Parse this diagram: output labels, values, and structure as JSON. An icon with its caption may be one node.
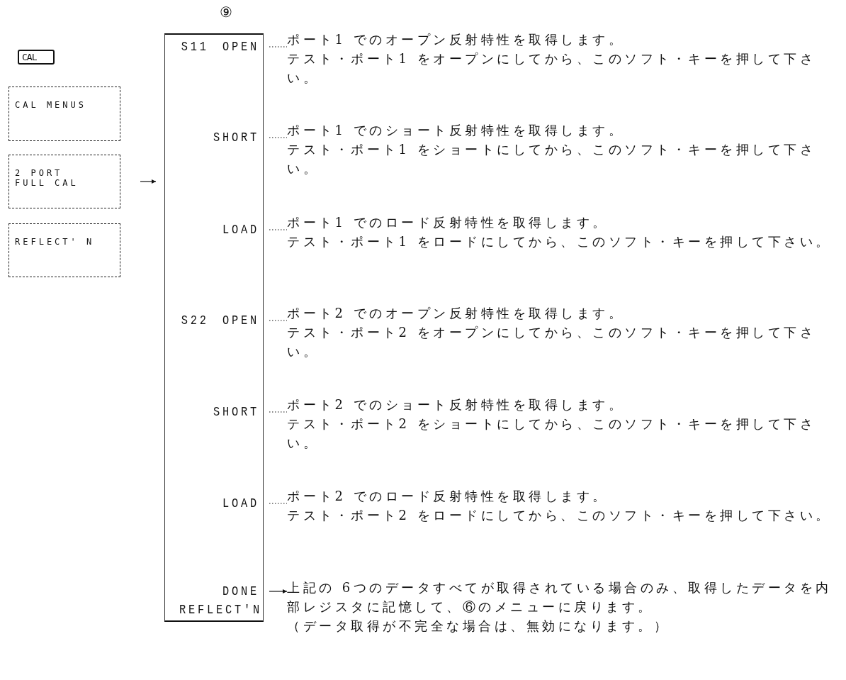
{
  "diagram": {
    "nodes": [
      {
        "text": [
          "CAL"
        ]
      },
      {
        "text": [
          "CAL MENUS"
        ]
      },
      {
        "text": [
          "2 PORT FULL CAL"
        ]
      },
      {
        "text": [
          "REFLECT' N"
        ]
      },
      {
        "text": [],
        "shape": "box",
        "beside": [
          "⑨"
        ]
      },
      {
        "text": [
          "S11　OPEN"
        ],
        "in": 4
      },
      {
        "text": [
          "SHORT"
        ],
        "in": 4
      },
      {
        "text": [
          "LOAD"
        ],
        "in": 4
      },
      {
        "text": [
          "S22　OPEN"
        ],
        "in": 4
      },
      {
        "text": [
          "SHORT"
        ],
        "in": 4
      },
      {
        "text": [
          "LOAD"
        ],
        "in": 4
      },
      {
        "text": [
          "DONE REFLECT'N"
        ],
        "in": 4
      },
      {
        "text": [
          "ポート1 でのオープン反射特性を取得します。",
          "テスト・ポート1 をオープンにしてから、このソフト・キーを押して下さい。"
        ]
      },
      {
        "text": [
          "ポート1 でのショート反射特性を取得します。",
          "テスト・ポート1 をショートにしてから、このソフト・キーを押して下さい。"
        ]
      },
      {
        "text": [
          "ポート1 でのロード反射特性を取得します。",
          "テスト・ポート1 をロードにしてから、このソフト・キーを押して下さい。"
        ]
      },
      {
        "text": [
          "ポート2 でのオープン反射特性を取得します。",
          "テスト・ポート2 をオープンにしてから、このソフト・キーを押して下さい。"
        ]
      },
      {
        "text": [
          "ポート2 でのショート反射特性を取得します。",
          "テスト・ポート2 をショートにしてから、このソフト・キーを押して下さい。"
        ]
      },
      {
        "text": [
          "ポート2 でのロード反射特性を取得します。",
          "テスト・ポート2 をロードにしてから、このソフト・キーを押して下さい。"
        ]
      },
      {
        "text": [
          "上記の 6つのデータすべてが取得されている場合のみ、取得したデータを内部レジスタに記憶して、⑥のメニューに戻ります。",
          "（データ取得が不完全な場合は、無効になります。）"
        ]
      }
    ],
    "edges": [
      {
        "from": 2,
        "to": 4,
        "arrow": "to"
      },
      {
        "from": 5,
        "to": 12,
        "arrow": "none",
        "style": "dashed"
      },
      {
        "from": 6,
        "to": 13,
        "arrow": "none",
        "style": "dashed"
      },
      {
        "from": 7,
        "to": 14,
        "arrow": "none",
        "style": "dashed"
      },
      {
        "from": 8,
        "to": 15,
        "arrow": "none",
        "style": "dashed"
      },
      {
        "from": 9,
        "to": 16,
        "arrow": "none",
        "style": "dashed"
      },
      {
        "from": 10,
        "to": 17,
        "arrow": "none",
        "style": "dashed"
      },
      {
        "from": 11,
        "to": 18,
        "arrow": "to"
      }
    ]
  }
}
